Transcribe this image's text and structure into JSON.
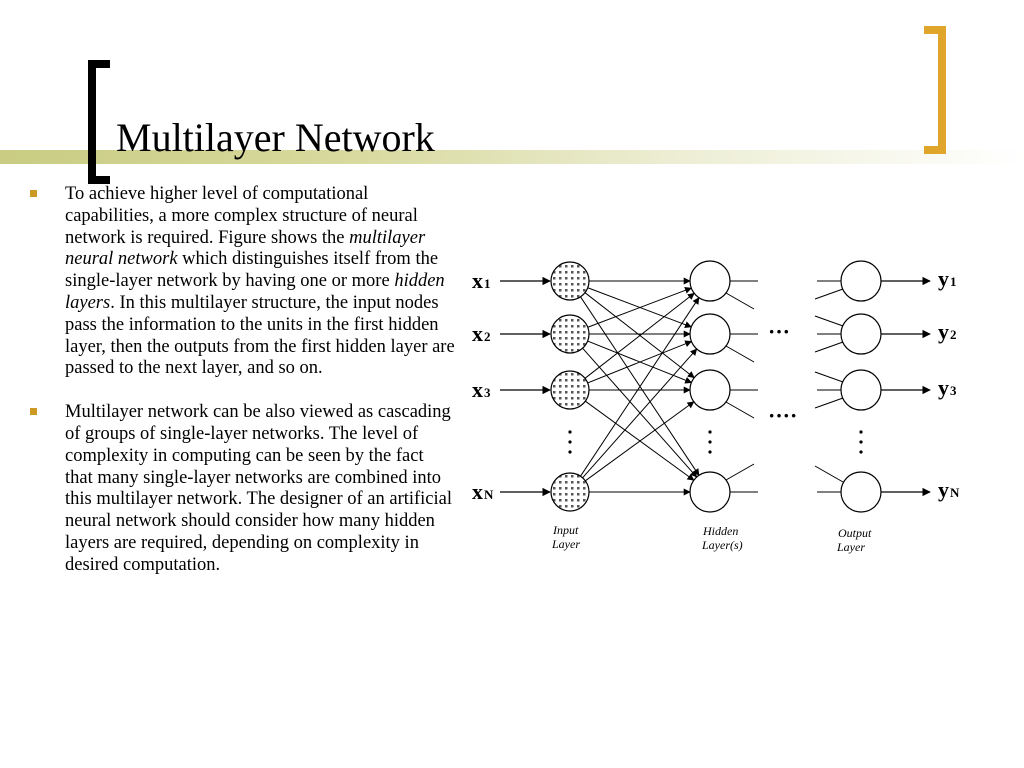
{
  "slide": {
    "title": "Multilayer Network",
    "bullets": [
      {
        "segments": [
          {
            "text": "To achieve higher level of computational capabilities, a more complex structure of neural network is required. Figure shows the ",
            "italic": false
          },
          {
            "text": "multilayer neural network",
            "italic": true
          },
          {
            "text": " which distinguishes itself from the single-layer network by having one or more ",
            "italic": false
          },
          {
            "text": "hidden layers",
            "italic": true
          },
          {
            "text": ". In this multilayer structure, the input nodes pass the information to the units in the first hidden layer, then the outputs from the first hidden layer are passed to the next layer, and so on.",
            "italic": false
          }
        ]
      },
      {
        "segments": [
          {
            "text": "Multilayer network can be also viewed as cascading of groups of single-layer networks. The level of complexity in computing can be seen by the fact that many single-layer networks are combined into this multilayer network. The designer of an artificial neural network should consider how many hidden layers are required, depending on complexity in desired computation.",
            "italic": false
          }
        ]
      }
    ]
  },
  "diagram": {
    "inputs": [
      {
        "base": "x",
        "sub": "1"
      },
      {
        "base": "x",
        "sub": "2"
      },
      {
        "base": "x",
        "sub": "3"
      },
      {
        "base": "x",
        "sub": "N"
      }
    ],
    "outputs": [
      {
        "base": "y",
        "sub": "1"
      },
      {
        "base": "y",
        "sub": "2"
      },
      {
        "base": "y",
        "sub": "3"
      },
      {
        "base": "y",
        "sub": "N"
      }
    ],
    "layer_labels": {
      "input": [
        "Input",
        "Layer"
      ],
      "hidden": [
        "Hidden",
        "Layer(s)"
      ],
      "output": [
        "Output",
        "Layer"
      ]
    },
    "ellipsis_mid_upper": "···",
    "ellipsis_mid_lower": "····",
    "colors": {
      "bracket_left": "#000000",
      "bracket_right": "#e0a52b",
      "bullet_marker": "#cc9a22",
      "title_bar": "#c9cc82"
    }
  }
}
